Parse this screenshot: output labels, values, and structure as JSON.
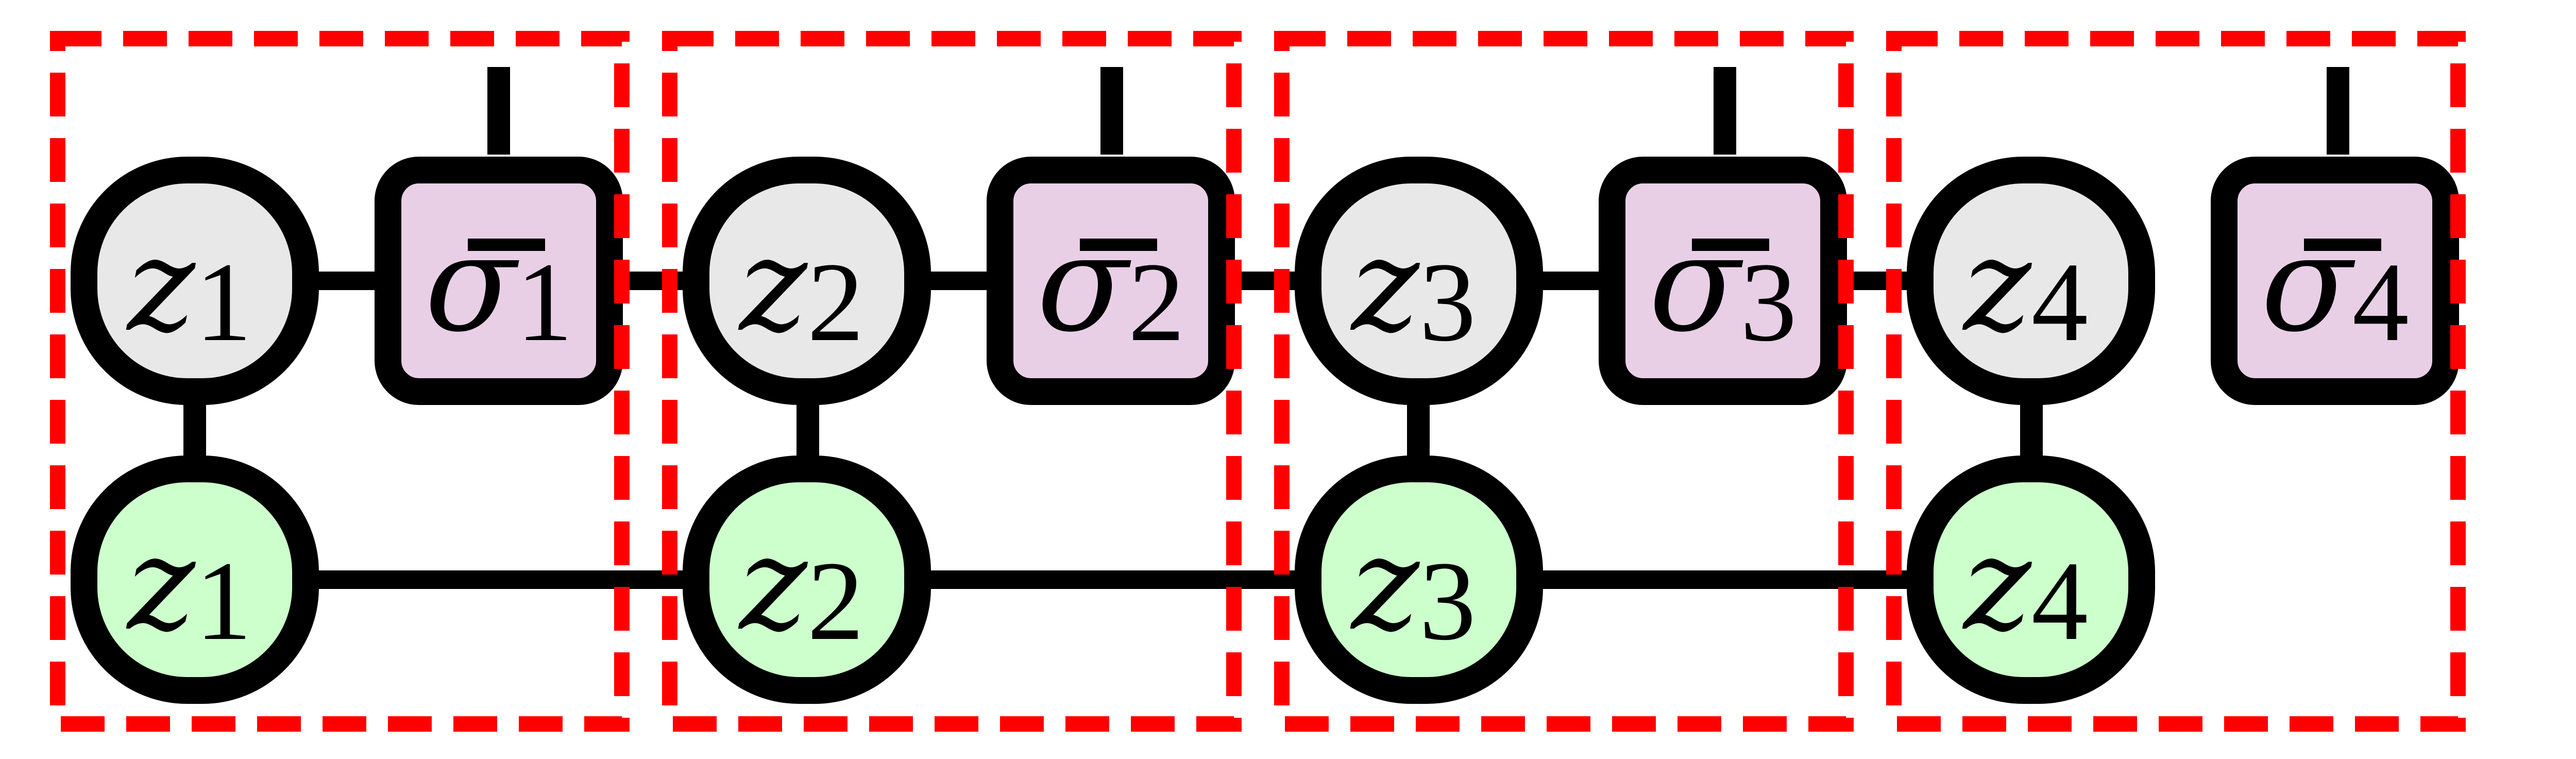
{
  "colors": {
    "border": "#ff0000",
    "stroke": "#000000",
    "gray_fill": "#e8e8e8",
    "purple_fill": "#e8cfe6",
    "green_fill": "#ccffcc"
  },
  "blocks": [
    {
      "top_node": {
        "symbol": "z",
        "index": "1"
      },
      "spin_node": {
        "symbol": "σ",
        "index": "1"
      },
      "bottom_node": {
        "symbol": "z",
        "index": "1"
      }
    },
    {
      "top_node": {
        "symbol": "z",
        "index": "2"
      },
      "spin_node": {
        "symbol": "σ",
        "index": "2"
      },
      "bottom_node": {
        "symbol": "z",
        "index": "2"
      }
    },
    {
      "top_node": {
        "symbol": "z",
        "index": "3"
      },
      "spin_node": {
        "symbol": "σ",
        "index": "3"
      },
      "bottom_node": {
        "symbol": "z",
        "index": "3"
      }
    },
    {
      "top_node": {
        "symbol": "z",
        "index": "4"
      },
      "spin_node": {
        "symbol": "σ",
        "index": "4"
      },
      "bottom_node": {
        "symbol": "z",
        "index": "4"
      }
    }
  ]
}
